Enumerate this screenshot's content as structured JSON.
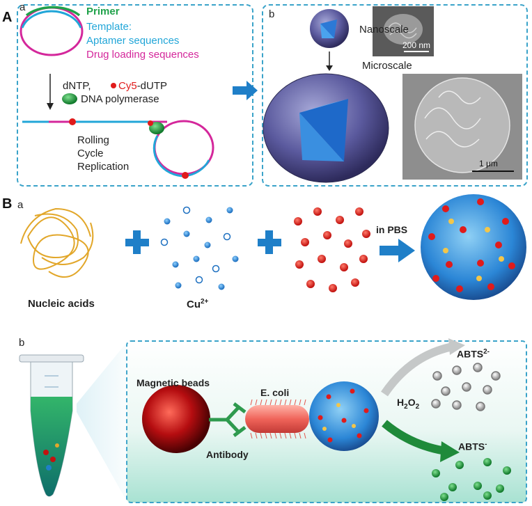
{
  "panel_A": {
    "letter": "A",
    "sub_a": {
      "letter": "a",
      "legend": {
        "primer": "Primer",
        "template": "Template:",
        "aptamer": "Aptamer sequences",
        "drug": "Drug loading sequences"
      },
      "reagents": {
        "dntp": "dNTP,",
        "cy5": "Cy5",
        "cy5_suffix": "-dUTP",
        "polymerase": "DNA polymerase"
      },
      "rca": [
        "Rolling",
        "Cycle",
        "Replication"
      ]
    },
    "sub_b": {
      "letter": "b",
      "nanoscale": "Nanoscale",
      "microscale": "Microscale",
      "scale_small": "200 nm",
      "scale_large": "1 μm"
    }
  },
  "panel_B": {
    "letter": "B",
    "sub_a": {
      "letter": "a",
      "nucleic": "Nucleic acids",
      "cu": "Cu",
      "cu_sup": "2+",
      "pbs": "in PBS"
    },
    "sub_b": {
      "letter": "b",
      "magnetic": "Magnetic beads",
      "ecoli": "E. coli",
      "antibody": "Antibody",
      "h2o2": "H",
      "h2o2_sub": "2",
      "h2o2_o": "O",
      "h2o2_sub2": "2",
      "abts_top": "ABTS",
      "abts_top_sup": "2-",
      "abts_bottom": "ABTS",
      "abts_bottom_sup": "-"
    }
  },
  "colors": {
    "dashed": "#3aa3c9",
    "primer": "#1fa24a",
    "template": "#22a6d8",
    "drug": "#d4279b",
    "cy5": "#e01b1b",
    "blue_arrow": "#1f7fc8"
  }
}
